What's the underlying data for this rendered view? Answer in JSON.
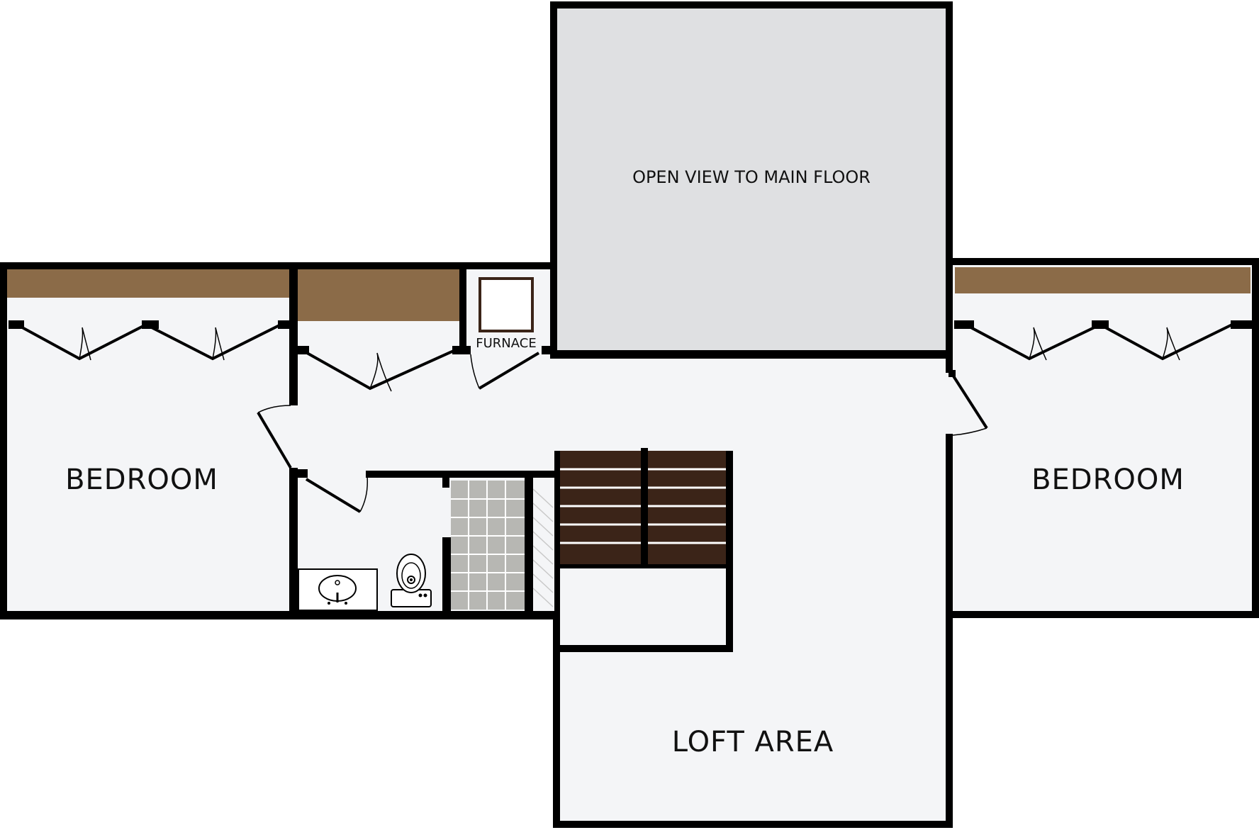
{
  "rooms": {
    "bedroom_left": "BEDROOM",
    "bedroom_right": "BEDROOM",
    "loft": "LOFT AREA",
    "open_view": "OPEN VIEW TO MAIN FLOOR",
    "furnace": "FURNACE"
  },
  "colors": {
    "wall": "#000000",
    "floor": "#f4f5f7",
    "open_area": "#dfe0e2",
    "closet_shelf": "#8b6b48",
    "stairs": "#3b2418",
    "shower_tile": "#b7b7b3"
  }
}
